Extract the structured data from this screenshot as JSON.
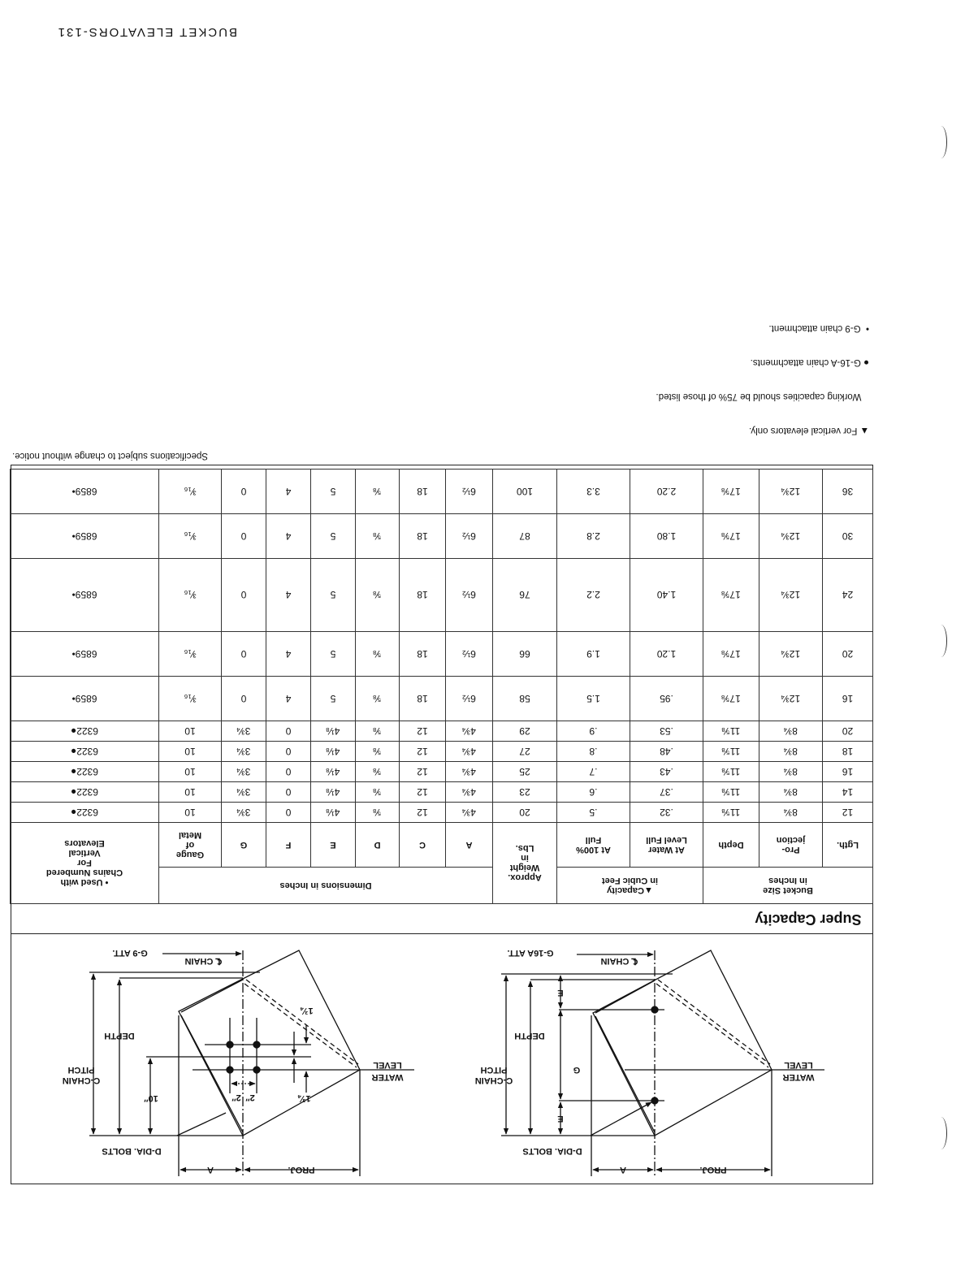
{
  "running_head": "BUCKET ELEVATORS-131",
  "title": "Super Capacity",
  "diagrams": {
    "left": {
      "attachment": "G-16A ATT.",
      "chain": "℄ CHAIN",
      "c_pitch_1": "C-CHAIN",
      "c_pitch_2": "PITCH",
      "depth": "DEPTH",
      "water": "WATER",
      "level": "LEVEL",
      "bolts": "D-DIA. BOLTS",
      "a": "A",
      "proj": "PROJ.",
      "e_top": "E",
      "e_bottom": "E",
      "g": "G"
    },
    "right": {
      "attachment": "G-9 ATT.",
      "chain": "℄ CHAIN",
      "c_pitch_1": "C-CHAIN",
      "c_pitch_2": "PITCH",
      "depth": "DEPTH",
      "water": "WATER",
      "level": "LEVEL",
      "bolts": "D-DIA. BOLTS",
      "a": "A",
      "proj": "PROJ.",
      "ten": "10″",
      "two_a": "2″",
      "two_b": "2″",
      "one_three_quarter_top": "1¾",
      "one_three_quarter_bottom": "1¾"
    }
  },
  "table": {
    "groups": {
      "bucket_size": "Bucket Size\nin Inches",
      "capacity": "▲Capacity\nin Cubic Feet",
      "weight": "Approx.\nWeight\nin\nLbs.",
      "dimensions": "Dimensions in Inches",
      "chains": "•  Used with\nChains Numbered\nFor\nVertical\nElevators"
    },
    "columns": [
      "Lgth.",
      "Pro-\njection",
      "Depth",
      "At Water\nLevel Full",
      "At 100%\nFull",
      "A",
      "C",
      "D",
      "E",
      "F",
      "G",
      "Gauge\nof\nMetal"
    ],
    "rows": [
      [
        "12",
        "8¾",
        "11⅝",
        ".32",
        ".5",
        "20",
        "4¾",
        "12",
        "⅝",
        "4⅛",
        "0",
        "3¾",
        "10",
        "6322●"
      ],
      [
        "14",
        "8¾",
        "11⅝",
        ".37",
        ".6",
        "23",
        "4¾",
        "12",
        "⅝",
        "4⅛",
        "0",
        "3¾",
        "10",
        "6322●"
      ],
      [
        "16",
        "8¾",
        "11⅝",
        ".43",
        ".7",
        "25",
        "4¾",
        "12",
        "⅝",
        "4⅛",
        "0",
        "3¾",
        "10",
        "6322●"
      ],
      [
        "18",
        "8¾",
        "11⅝",
        ".48",
        ".8",
        "27",
        "4¾",
        "12",
        "⅝",
        "4⅛",
        "0",
        "3¾",
        "10",
        "6322●"
      ],
      [
        "20",
        "8¾",
        "11⅝",
        ".53",
        ".9",
        "29",
        "4¾",
        "12",
        "⅝",
        "4⅛",
        "0",
        "3¾",
        "10",
        "6322●"
      ],
      [
        "16",
        "12¾",
        "17⅝",
        ".95",
        "1.5",
        "58",
        "6½",
        "18",
        "⅝",
        "5",
        "4",
        "0",
        "³⁄₁₆",
        "6859•"
      ],
      [
        "20",
        "12¾",
        "17⅝",
        "1.20",
        "1.9",
        "66",
        "6½",
        "18",
        "⅝",
        "5",
        "4",
        "0",
        "³⁄₁₆",
        "6859•"
      ],
      [
        "24",
        "12¾",
        "17⅝",
        "1.40",
        "2.2",
        "76",
        "6½",
        "18",
        "⅝",
        "5",
        "4",
        "0",
        "³⁄₁₆",
        "6859•"
      ],
      [
        "30",
        "12¾",
        "17⅝",
        "1.80",
        "2.8",
        "87",
        "6½",
        "18",
        "⅝",
        "5",
        "4",
        "0",
        "³⁄₁₆",
        "6859•"
      ],
      [
        "36",
        "12¾",
        "17⅝",
        "2.20",
        "3.3",
        "100",
        "6½",
        "18",
        "⅝",
        "5",
        "4",
        "0",
        "³⁄₁₆",
        "6859•"
      ]
    ]
  },
  "footnotes": [
    "▲ For vertical elevators only.",
    "   Working capacities should be 75% of those listed.",
    "● G-16-A chain attachments.",
    "•  G-9 chain attachment."
  ],
  "spec_note": "Specifications subject to change without notice."
}
